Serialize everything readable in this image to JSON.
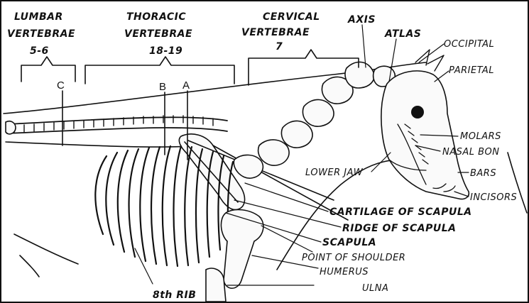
{
  "headers": {
    "lumbar": [
      "LUMBAR",
      "VERTEBRAE",
      "5-6"
    ],
    "thoracic": [
      "THORACIC",
      "VERTEBRAE",
      "18-19"
    ],
    "cervical": [
      "CERVICAL",
      "VERTEBRAE",
      "7"
    ]
  },
  "markers": {
    "c": "C",
    "b": "B",
    "a": "A"
  },
  "labels": {
    "axis": "AXIS",
    "atlas": "ATLAS",
    "occipital": "OCCIPITAL",
    "parietal": "PARIETAL",
    "molars": "MOLARS",
    "nasal_bone": "NASAL BON",
    "lower_jaw": "LOWER JAW",
    "bars": "BARS",
    "incisors": "INCISORS",
    "cartilage_of_scapula": "CARTILAGE OF SCAPULA",
    "ridge_of_scapula": "RIDGE OF SCAPULA",
    "scapula": "SCAPULA",
    "point_of_shoulder": "POINT OF SHOULDER",
    "humerus": "HUMERUS",
    "ulna": "ULNA",
    "eighth_rib": "8th RIB"
  }
}
